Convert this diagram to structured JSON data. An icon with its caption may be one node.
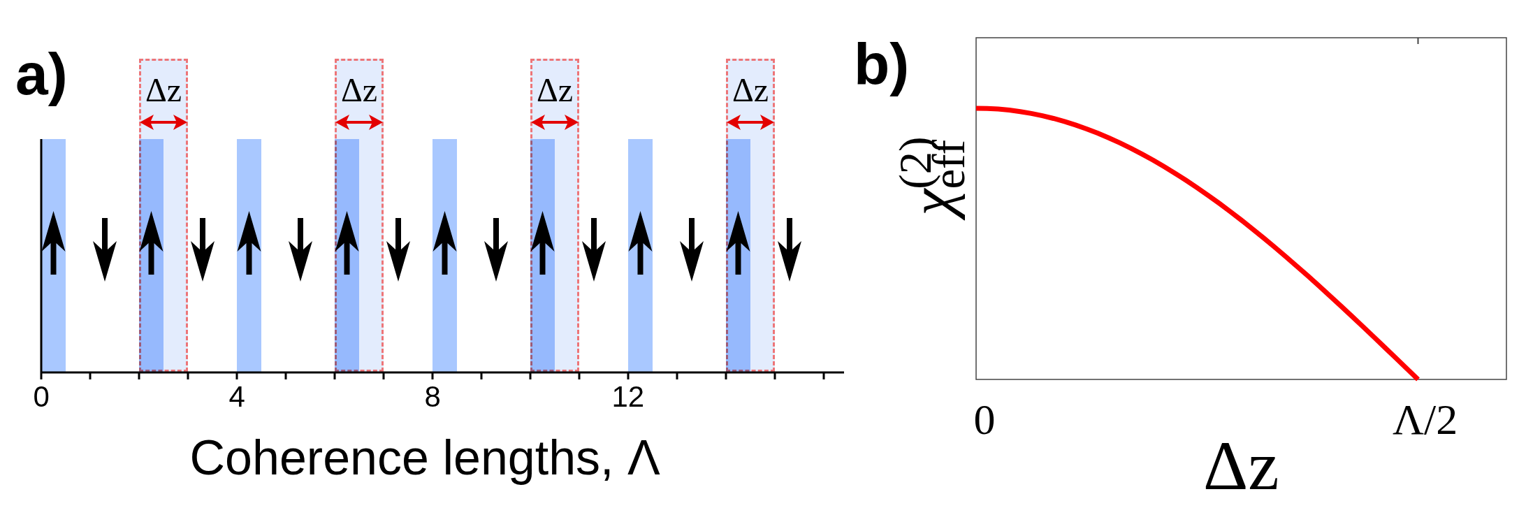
{
  "diagram": {
    "nodes": [
      {
        "text": [
          "Δz"
        ]
      },
      {
        "text": [
          "Δz"
        ]
      },
      {
        "text": [
          "Δz"
        ]
      },
      {
        "text": [
          "Δz"
        ]
      }
    ],
    "labels": [
      "a)",
      "0",
      "4",
      "8",
      "12",
      "Coherence lengths, Λ",
      "b)",
      "*χ*$^{(2)}$$_{eff}$",
      "0",
      "Λ/2",
      "Δz"
    ]
  }
}
